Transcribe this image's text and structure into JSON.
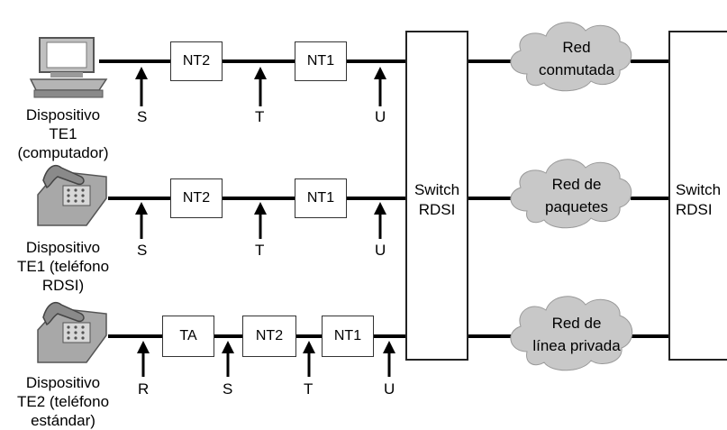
{
  "devices": [
    {
      "lines": [
        "Dispositivo",
        "TE1",
        "(computador)"
      ],
      "icon": "computer-icon"
    },
    {
      "lines": [
        "Dispositivo",
        "TE1 (teléfono",
        "RDSI)"
      ],
      "icon": "isdn-phone-icon"
    },
    {
      "lines": [
        "Dispositivo",
        "TE2 (teléfono",
        "estándar)"
      ],
      "icon": "standard-phone-icon"
    }
  ],
  "rows": [
    {
      "boxes": [
        "NT2",
        "NT1"
      ],
      "points": [
        "S",
        "T",
        "U"
      ]
    },
    {
      "boxes": [
        "NT2",
        "NT1"
      ],
      "points": [
        "S",
        "T",
        "U"
      ]
    },
    {
      "boxes": [
        "TA",
        "NT2",
        "NT1"
      ],
      "points": [
        "R",
        "S",
        "T",
        "U"
      ]
    }
  ],
  "switch_left": {
    "line1": "Switch",
    "line2": "RDSI"
  },
  "switch_right": {
    "line1": "Switch",
    "line2": "RDSI"
  },
  "clouds": [
    {
      "line1": "Red",
      "line2": "conmutada"
    },
    {
      "line1": "Red de",
      "line2": "paquetes"
    },
    {
      "line1": "Red de",
      "line2": "línea privada"
    }
  ],
  "colors": {
    "line": "#000000",
    "cloud": "#c8c8c8",
    "device": "#a0a0a0"
  }
}
